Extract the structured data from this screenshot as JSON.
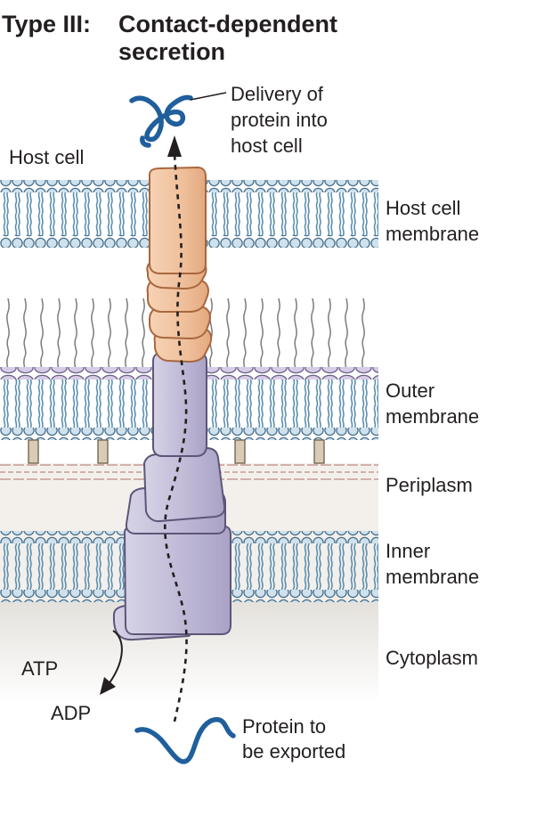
{
  "title": {
    "type_label": "Type III:",
    "line1": "Contact-dependent",
    "line2": "secretion"
  },
  "labels": {
    "delivery": [
      "Delivery of",
      "protein into",
      "host cell"
    ],
    "host_cell": "Host cell",
    "host_cell_membrane": [
      "Host cell",
      "membrane"
    ],
    "outer_membrane": [
      "Outer",
      "membrane"
    ],
    "periplasm": "Periplasm",
    "inner_membrane": [
      "Inner",
      "membrane"
    ],
    "cytoplasm": "Cytoplasm",
    "atp": "ATP",
    "adp": "ADP",
    "protein_export": [
      "Protein to",
      "be exported"
    ]
  },
  "colors": {
    "membrane_head": "#c8dce8",
    "membrane_tail": "#5b8fb0",
    "outer_head": "#cfc3df",
    "needle": "#f2c7a4",
    "apparatus": "#c2bdd8",
    "protein": "#1f5f9c"
  }
}
